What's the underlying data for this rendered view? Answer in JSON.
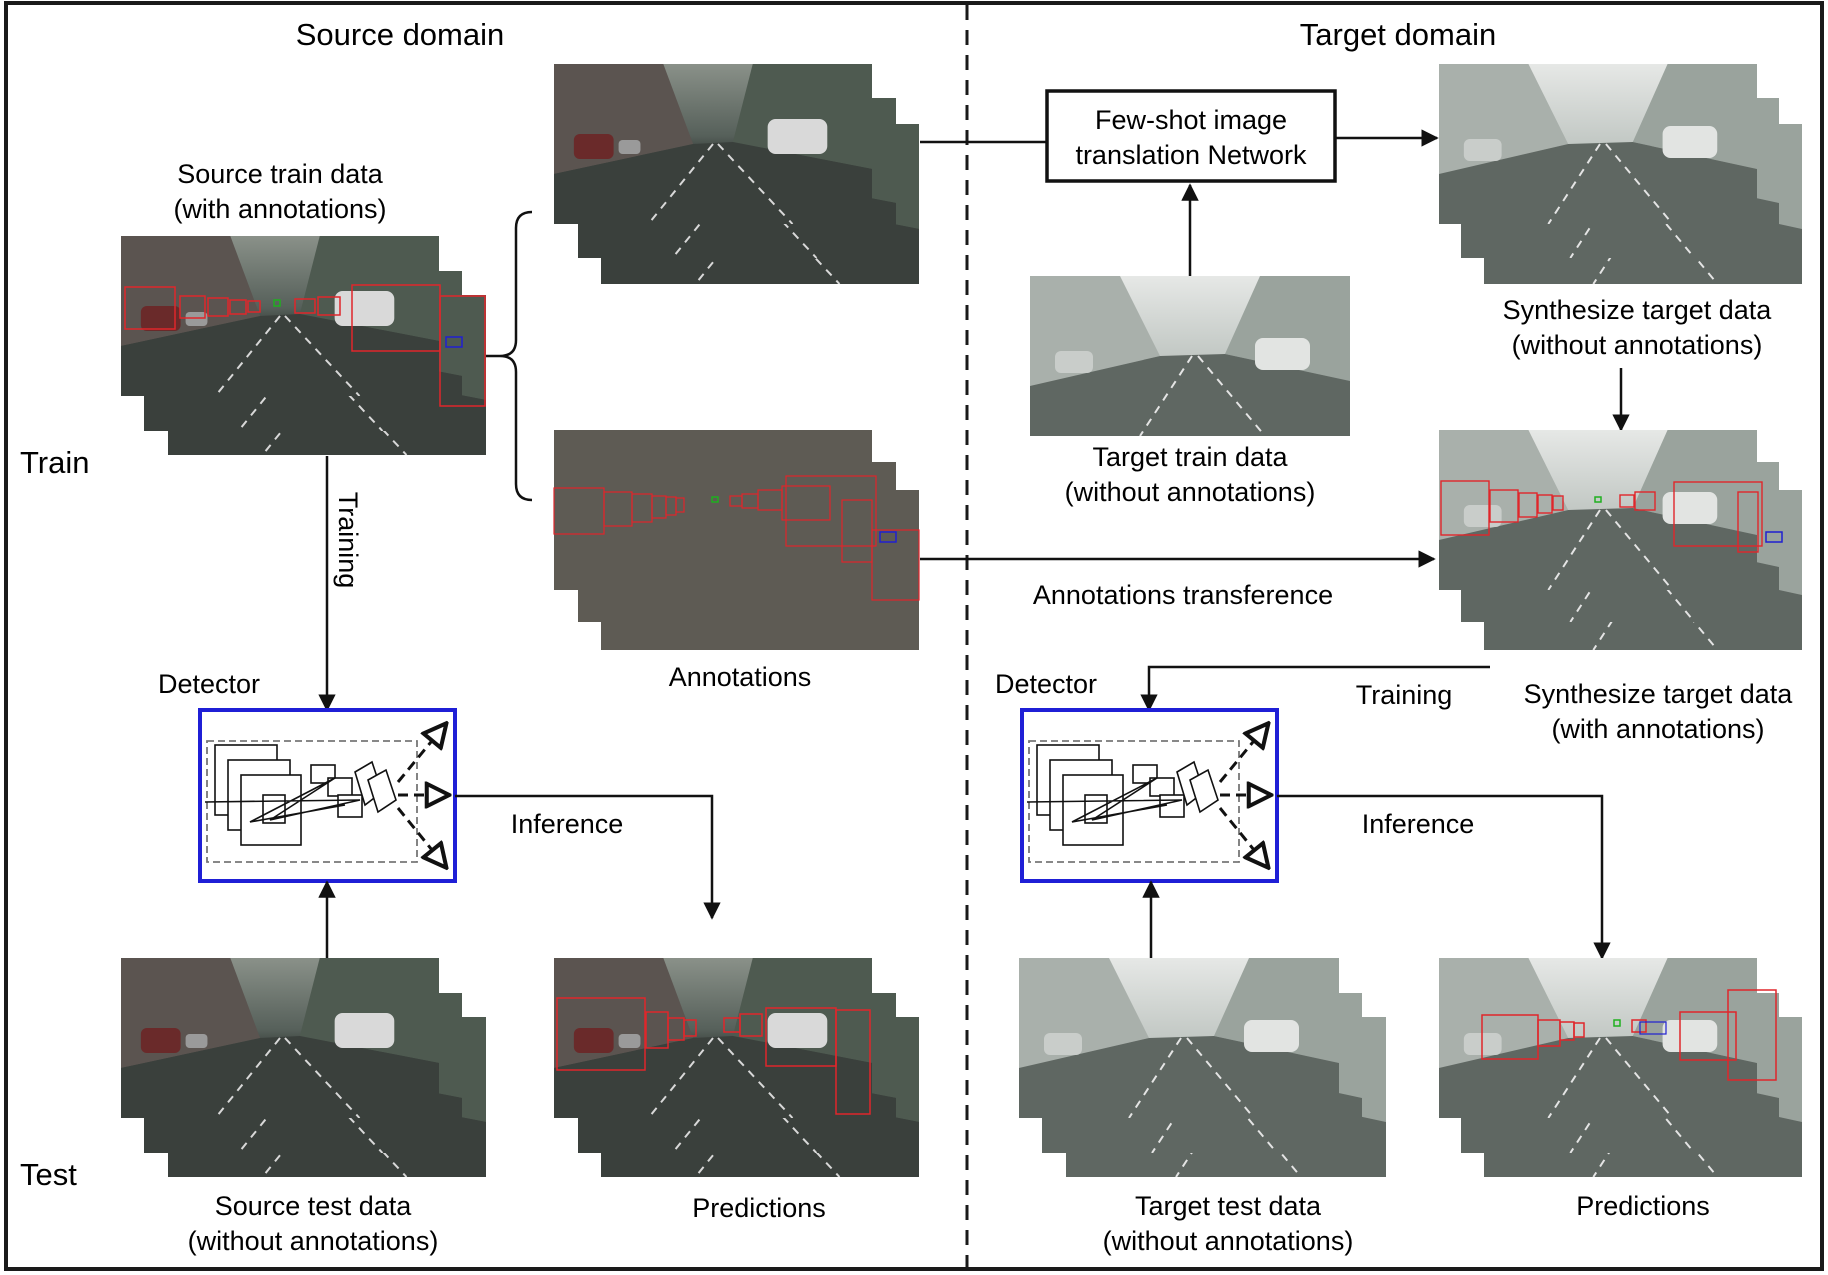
{
  "source_domain": {
    "title": "Source domain",
    "train_data": {
      "line1": "Source train data",
      "line2": "(with annotations)"
    },
    "annotations_label": "Annotations",
    "training_label": "Training",
    "detector_label": "Detector",
    "inference_label": "Inference",
    "test_data": {
      "line1": "Source test data",
      "line2": "(without annotations)"
    },
    "predictions_label": "Predictions"
  },
  "target_domain": {
    "title": "Target domain",
    "network": {
      "line1": "Few-shot image",
      "line2": "translation Network"
    },
    "train_data": {
      "line1": "Target train data",
      "line2": "(without annotations)"
    },
    "synth_no_ann": {
      "line1": "Synthesize target data",
      "line2": "(without annotations)"
    },
    "annotations_transference_label": "Annotations transference",
    "synth_with_ann": {
      "line1": "Synthesize target data",
      "line2": "(with annotations)"
    },
    "training_label": "Training",
    "detector_label": "Detector",
    "inference_label": "Inference",
    "test_data": {
      "line1": "Target test data",
      "line2": "(without annotations)"
    },
    "predictions_label": "Predictions"
  },
  "rows": {
    "train": "Train",
    "test": "Test"
  },
  "colors": {
    "frame": "#1a1a1a",
    "detector_border": "#1f1fd6",
    "annotation_box": "#e0262b",
    "annotation_bg": "#5e5b54",
    "bbox_blue": "#2020d0",
    "bbox_green": "#1fb01f",
    "photo_dark": "#3f4541",
    "photo_fog": "#b9bfbc"
  }
}
